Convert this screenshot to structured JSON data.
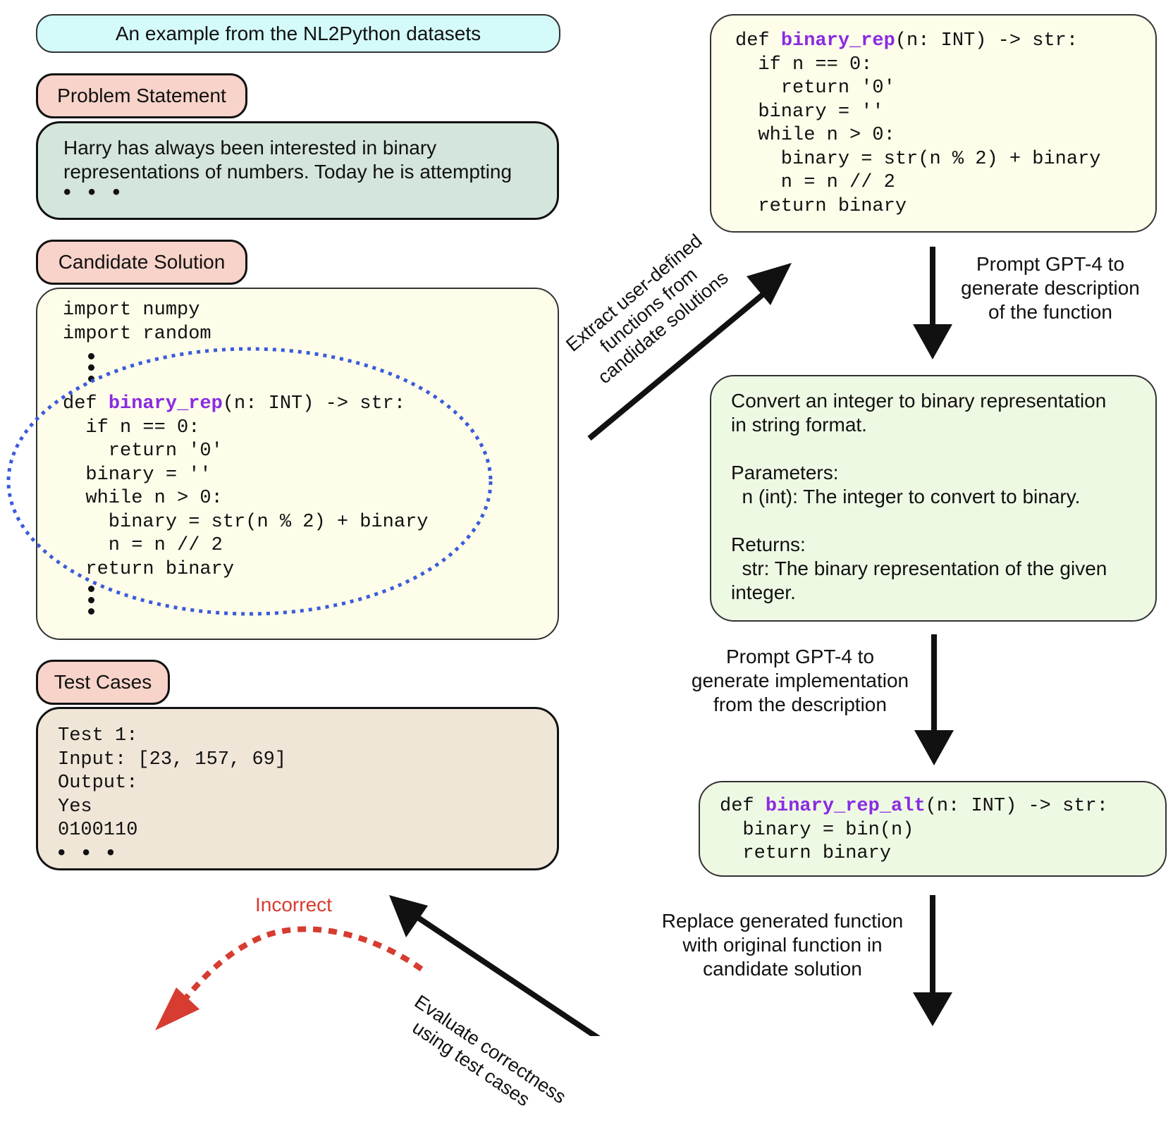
{
  "header": {
    "title": "An example from the NL2Python datasets"
  },
  "problem": {
    "label": "Problem Statement",
    "line1": "Harry has always been interested in binary",
    "line2": "representations of numbers. Today he is attempting"
  },
  "candidate": {
    "label": "Candidate Solution",
    "imports": [
      "import numpy",
      "import random"
    ],
    "def_prefix": "def ",
    "fn_name": "binary_rep",
    "def_suffix": "(n: INT) -> str:",
    "body": "  if n == 0:\n    return '0'\n  binary = ''\n  while n > 0:\n    binary = str(n % 2) + binary\n    n = n // 2\n  return binary"
  },
  "tests": {
    "label": "Test Cases",
    "lines": [
      "Test 1:",
      "Input: [23, 157, 69]",
      "Output:",
      "Yes",
      "0100110"
    ]
  },
  "extracted": {
    "def_prefix": "def ",
    "fn_name": "binary_rep",
    "def_suffix": "(n: INT) -> str:",
    "body": "  if n == 0:\n    return '0'\n  binary = ''\n  while n > 0:\n    binary = str(n % 2) + binary\n    n = n // 2\n  return binary"
  },
  "description": {
    "l1": "Convert an integer to binary representation",
    "l2": "in string format.",
    "l3": "Parameters:",
    "l4": "  n (int): The integer to convert to binary.",
    "l5": "Returns:",
    "l6": "  str: The binary representation of the given",
    "l7": "integer."
  },
  "generated": {
    "def_prefix": "def ",
    "fn_name": "binary_rep_alt",
    "def_suffix": "(n: INT) -> str:",
    "body": "  binary = bin(n)\n  return binary"
  },
  "arrows": {
    "extract": [
      "Extract user-defined",
      "functions from",
      "candidate solutions"
    ],
    "describe": [
      "Prompt GPT-4 to",
      "generate description",
      "of the function"
    ],
    "implement": [
      "Prompt GPT-4 to",
      "generate implementation",
      "from the description"
    ],
    "replace": [
      "Replace generated function",
      "with original function in",
      "candidate solution"
    ],
    "evaluate": [
      "Evaluate correctness",
      "using test cases"
    ],
    "incorrect": "Incorrect"
  },
  "colors": {
    "header_fill": "#d4fafa",
    "label_fill": "#f7d3c9",
    "problem_fill": "#d4e6dc",
    "code_fill": "#fdfdea",
    "test_fill": "#f0e6d8",
    "desc_fill": "#eef9e4",
    "function_name": "#8a2be2",
    "highlight_ellipse": "#3b5bdb",
    "incorrect": "#d63c2f"
  }
}
